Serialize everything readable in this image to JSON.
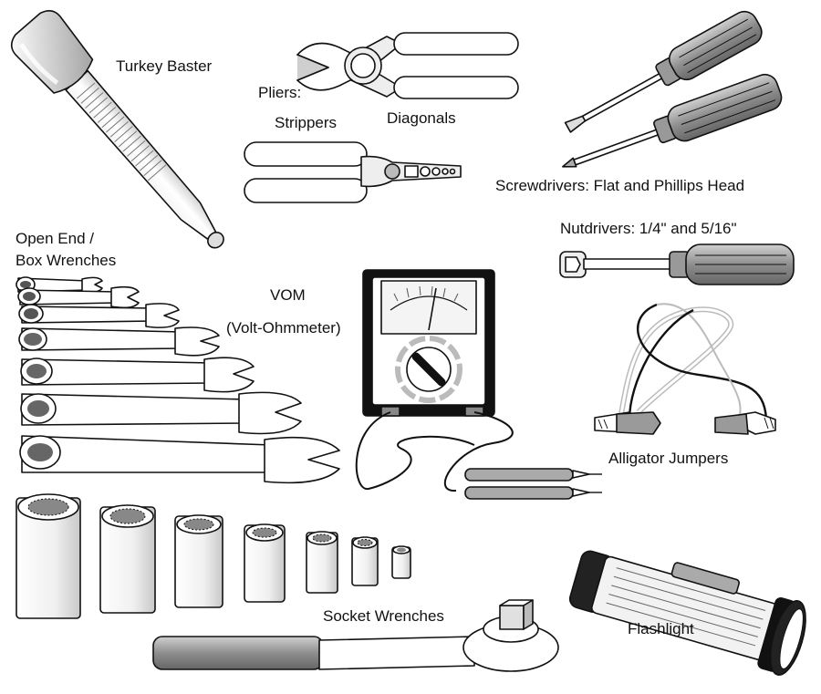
{
  "labels": {
    "turkey_baster": "Turkey Baster",
    "pliers": "Pliers:",
    "strippers": "Strippers",
    "diagonals": "Diagonals",
    "screwdrivers": "Screwdrivers:  Flat  and  Phillips  Head",
    "nutdrivers": "Nutdrivers:  1/4\"  and  5/16\"",
    "wrenches_line1": "Open  End  /",
    "wrenches_line2": "Box  Wrenches",
    "vom": "VOM",
    "vom_sub": "(Volt-Ohmmeter)",
    "alligator": "Alligator  Jumpers",
    "sockets": "Socket  Wrenches",
    "flashlight": "Flashlight"
  },
  "colors": {
    "outline": "#111111",
    "handle_gray": "#9a9a9a",
    "dark_gray": "#555555",
    "light_gray": "#e4e4e4",
    "background": "#ffffff"
  }
}
